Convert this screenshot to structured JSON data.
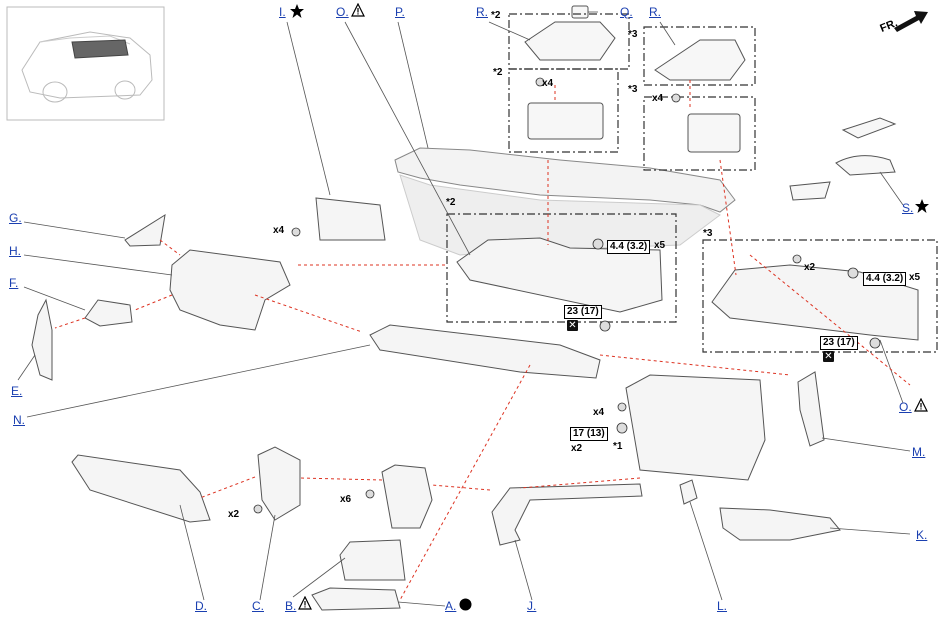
{
  "callouts": {
    "A": "A.",
    "B": "B.",
    "C": "C.",
    "D": "D.",
    "E": "E.",
    "F": "F.",
    "G": "G.",
    "H": "H.",
    "I": "I.",
    "J": "J.",
    "K": "K.",
    "L": "L.",
    "M": "M.",
    "N": "N.",
    "O_top": "O.",
    "O_right": "O.",
    "P": "P.",
    "Q": "Q.",
    "R_left": "R.",
    "R_right": "R.",
    "S": "S."
  },
  "quantities": {
    "x4_clip": "x4",
    "x4_screen_left": "x4",
    "x4_screen_right": "x4",
    "x5_left": "x5",
    "x5_right": "x5",
    "x2_right": "x2",
    "x2_glove": "x2",
    "x2_lower": "x2",
    "x6": "x6",
    "x4_glove": "x4"
  },
  "notes": {
    "star2_top": "*2",
    "star2_mid": "*2",
    "star2_console": "*2",
    "star3_top": "*3",
    "star3_mid": "*3",
    "star3_console": "*3",
    "star1": "*1"
  },
  "torques": {
    "t_left_44": "4.4 (3.2)",
    "t_right_44": "4.4 (3.2)",
    "t_left_23": "23 (17)",
    "t_right_23": "23 (17)",
    "t_17": "17 (13)"
  },
  "direction": {
    "label": "FR."
  },
  "symbols": {
    "star_icon": "black-star",
    "warning_icon": "warning-triangle",
    "dot_icon": "black-circle",
    "no_reuse_icon": "x-box"
  }
}
